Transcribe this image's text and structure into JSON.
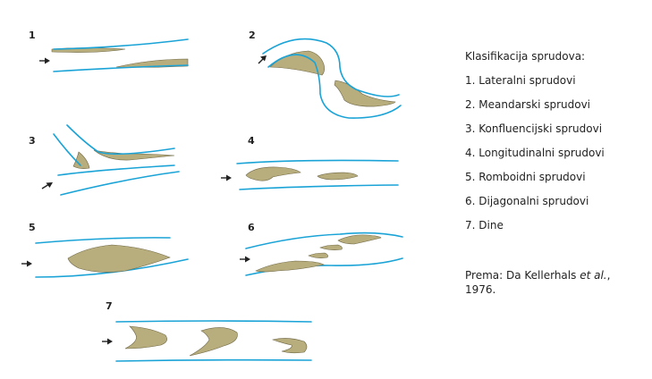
{
  "panels": [
    {
      "number": "1"
    },
    {
      "number": "2"
    },
    {
      "number": "3"
    },
    {
      "number": "4"
    },
    {
      "number": "5"
    },
    {
      "number": "6"
    },
    {
      "number": "7"
    }
  ],
  "legend": {
    "title": "Klasifikacija sprudova:",
    "items": [
      "1. Lateralni sprudovi",
      "2. Meandarski sprudovi",
      "3. Konfluencijski sprudovi",
      "4. Longitudinalni sprudovi",
      "5. Romboidni sprudovi",
      "6. Dijagonalni sprudovi",
      "7. Dine"
    ],
    "source_prefix": "Prema: Da Kellerhals ",
    "source_italic": "et al.",
    "source_suffix": ",",
    "source_year": "1976."
  },
  "colors": {
    "river_bank": "#1aa3d6",
    "bar_fill": "#b8ad7c",
    "arrow": "#222222"
  }
}
